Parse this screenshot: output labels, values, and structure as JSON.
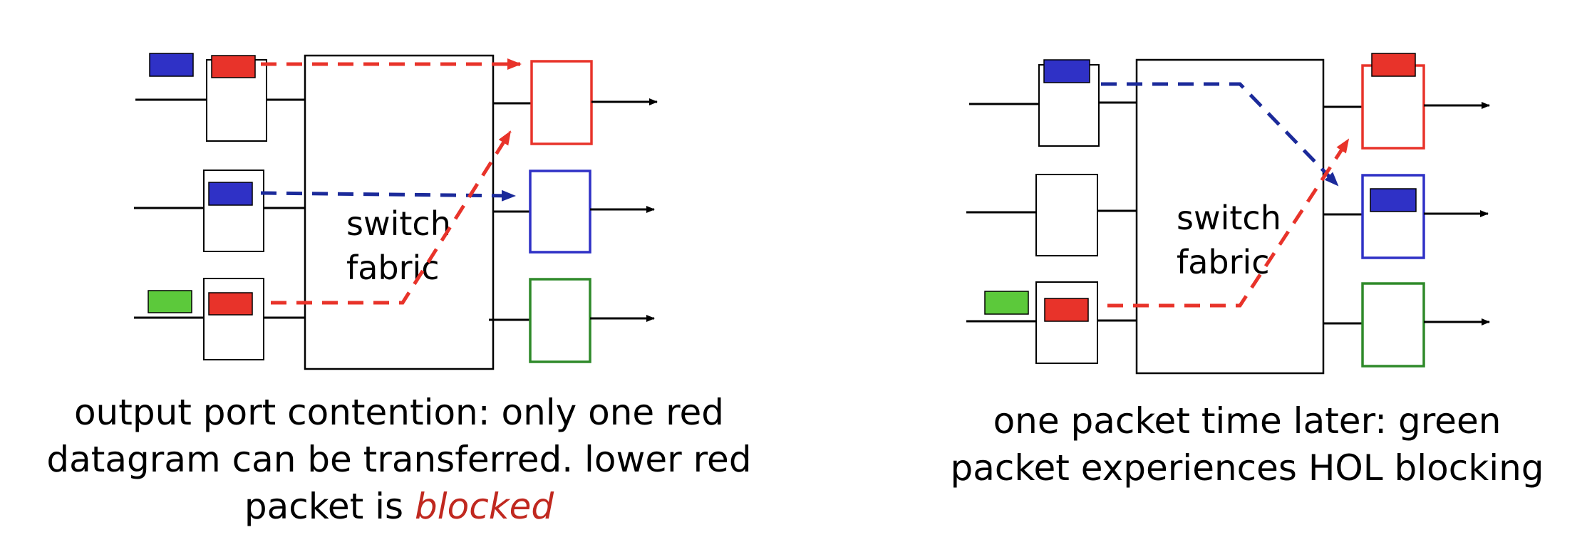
{
  "colors": {
    "red": "#e8332a",
    "blue": "#2f31c6",
    "green": "#5cc93b",
    "green_outline": "#2f8a2a",
    "dash_red": "#e8332a",
    "dash_blue": "#1b2a9a",
    "emphasis": "#c0281f"
  },
  "left_panel": {
    "fabric_line1": "switch",
    "fabric_line2": "fabric",
    "caption_line1": "output port contention: only one red",
    "caption_line2": "datagram can be transferred. lower red",
    "caption_line3_prefix": "packet is ",
    "caption_line3_emphasis": "blocked"
  },
  "right_panel": {
    "fabric_line1": "switch",
    "fabric_line2": "fabric",
    "caption_line1": "one packet time later: green",
    "caption_line2": "packet experiences HOL blocking"
  }
}
